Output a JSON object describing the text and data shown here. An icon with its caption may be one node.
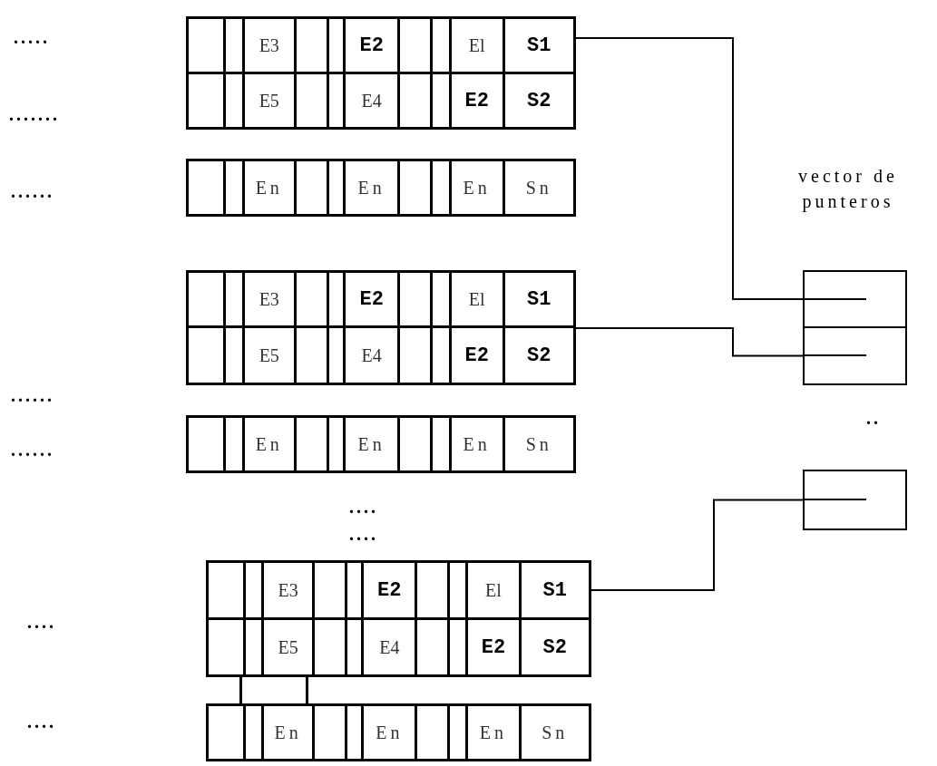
{
  "diagram": {
    "nodes": [
      {
        "text": [
          "E3",
          "E2",
          "El",
          "S1"
        ]
      },
      {
        "text": [
          "E5",
          "E4",
          "E2",
          "S2"
        ]
      },
      {
        "text": [
          "En",
          "En",
          "En",
          "Sn"
        ]
      },
      {
        "text": [
          "E3",
          "E2",
          "El",
          "S1"
        ]
      },
      {
        "text": [
          "E5",
          "E4",
          "E2",
          "S2"
        ]
      },
      {
        "text": [
          "En",
          "En",
          "En",
          "Sn"
        ]
      },
      {
        "text": [
          "E3",
          "E2",
          "El",
          "S1"
        ]
      },
      {
        "text": [
          "E5",
          "E4",
          "E2",
          "S2"
        ]
      },
      {
        "text": [
          "En",
          "En",
          "En",
          "Sn"
        ]
      },
      {
        "text": [],
        "shape": "box"
      },
      {
        "text": [],
        "shape": "box"
      },
      {
        "text": [],
        "shape": "box"
      }
    ],
    "edges": [
      {
        "from": 9,
        "to": 0,
        "arrow": "none"
      },
      {
        "from": 10,
        "to": 3,
        "arrow": "none"
      },
      {
        "from": 11,
        "to": 6,
        "arrow": "none"
      }
    ],
    "labels": [
      ".....",
      ".......",
      "......",
      "vector de punteros",
      "......",
      "......",
      "....",
      "....",
      "..",
      "....",
      "...."
    ]
  }
}
